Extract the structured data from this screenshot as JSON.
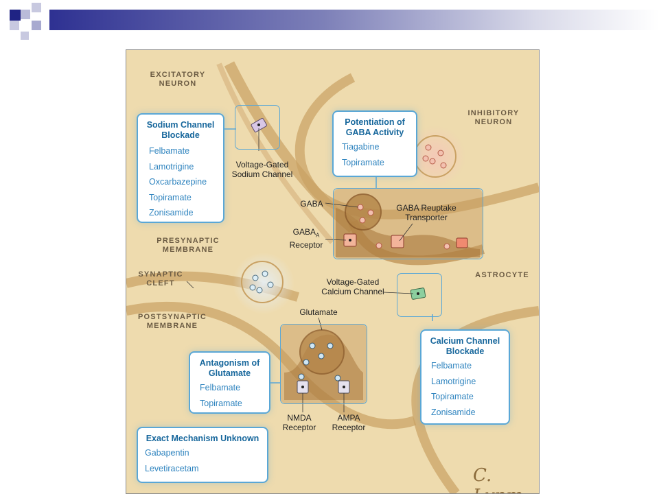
{
  "labels": {
    "excitatory": "EXCITATORY NEURON",
    "inhibitory": "INHIBITORY NEURON",
    "presynaptic": "PRESYNAPTIC MEMBRANE",
    "synaptic_cleft": "SYNAPTIC CLEFT",
    "postsynaptic": "POSTSYNAPTIC MEMBRANE",
    "astrocyte": "ASTROCYTE",
    "vg_sodium": "Voltage-Gated Sodium Channel",
    "gaba": "GABA",
    "gaba_reuptake": "GABA Reuptake Transporter",
    "gaba_a_receptor_main": "GABA",
    "gaba_a_receptor_sub": "A",
    "gaba_a_receptor_word": "Receptor",
    "vg_calcium": "Voltage-Gated Calcium Channel",
    "glutamate": "Glutamate",
    "nmda": "NMDA Receptor",
    "ampa": "AMPA Receptor"
  },
  "boxes": {
    "sodium": {
      "title": "Sodium Channel Blockade",
      "drugs": [
        "Felbamate",
        "Lamotrigine",
        "Oxcarbazepine",
        "Topiramate",
        "Zonisamide"
      ]
    },
    "gaba": {
      "title": "Potentiation of GABA Activity",
      "drugs": [
        "Tiagabine",
        "Topiramate"
      ]
    },
    "calcium": {
      "title": "Calcium Channel Blockade",
      "drugs": [
        "Felbamate",
        "Lamotrigine",
        "Topiramate",
        "Zonisamide"
      ]
    },
    "glutamate": {
      "title": "Antagonism of Glutamate",
      "drugs": [
        "Felbamate",
        "Topiramate"
      ]
    },
    "unknown": {
      "title": "Exact Mechanism Unknown",
      "drugs": [
        "Gabapentin",
        "Levetiracetam"
      ]
    }
  },
  "signature": "C. Lynm",
  "colors": {
    "box_border": "#5aa7d6",
    "box_title": "#17679c",
    "drug_text": "#2f84bf",
    "header_bar": "#2e3192"
  }
}
